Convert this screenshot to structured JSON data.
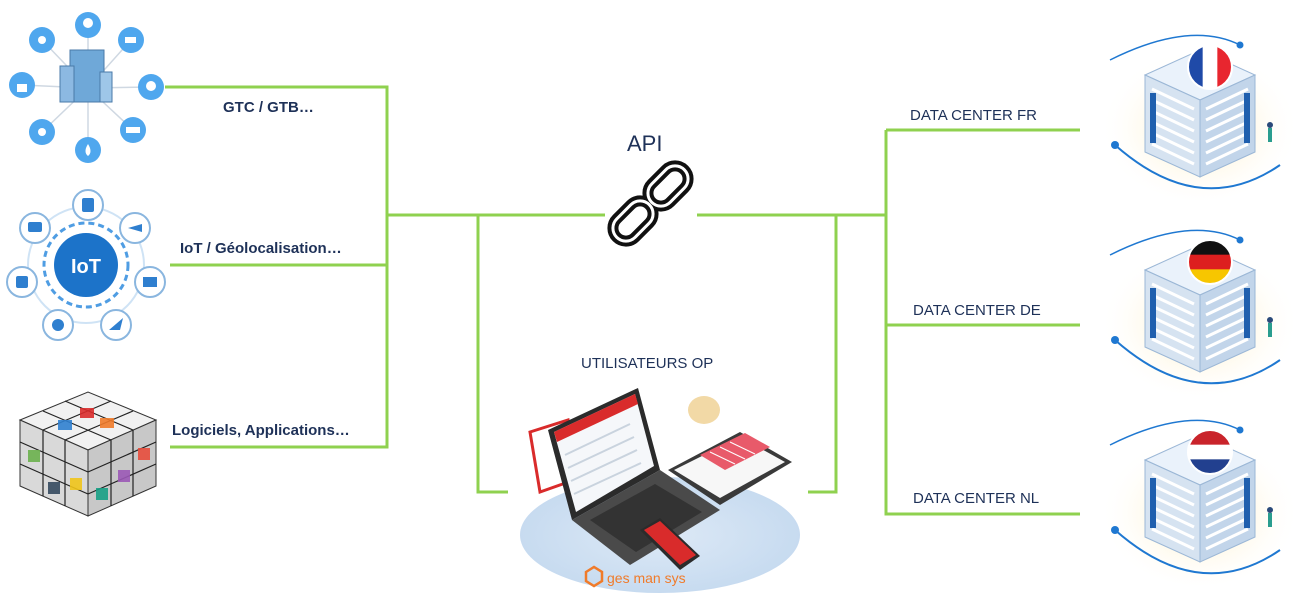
{
  "sources": [
    {
      "label": "GTC / GTB…",
      "icon": "building-automation-icon"
    },
    {
      "label": "IoT / Géolocalisation…",
      "icon": "iot-hub-icon",
      "hub_text": "IoT"
    },
    {
      "label": "Logiciels, Applications…",
      "icon": "rubik-cube-apps-icon"
    }
  ],
  "api": {
    "label": "API",
    "icon": "chain-link-icon"
  },
  "users": {
    "label": "UTILISATEURS OP",
    "brand": "ges man sys"
  },
  "datacenters": [
    {
      "label": "DATA CENTER FR",
      "flag": [
        "#1f4aa8",
        "#ffffff",
        "#e8262f"
      ]
    },
    {
      "label": "DATA CENTER DE",
      "flag": [
        "#111111",
        "#dd1f1f",
        "#f7c600"
      ]
    },
    {
      "label": "DATA CENTER NL",
      "flag": [
        "#c9242b",
        "#ffffff",
        "#22408f"
      ]
    }
  ],
  "colors": {
    "connector": "#8fd14f",
    "text": "#1e3158",
    "accent_blue": "#1f78d1",
    "brand_red": "#d92b2b",
    "brand_orange": "#f07b2a"
  }
}
